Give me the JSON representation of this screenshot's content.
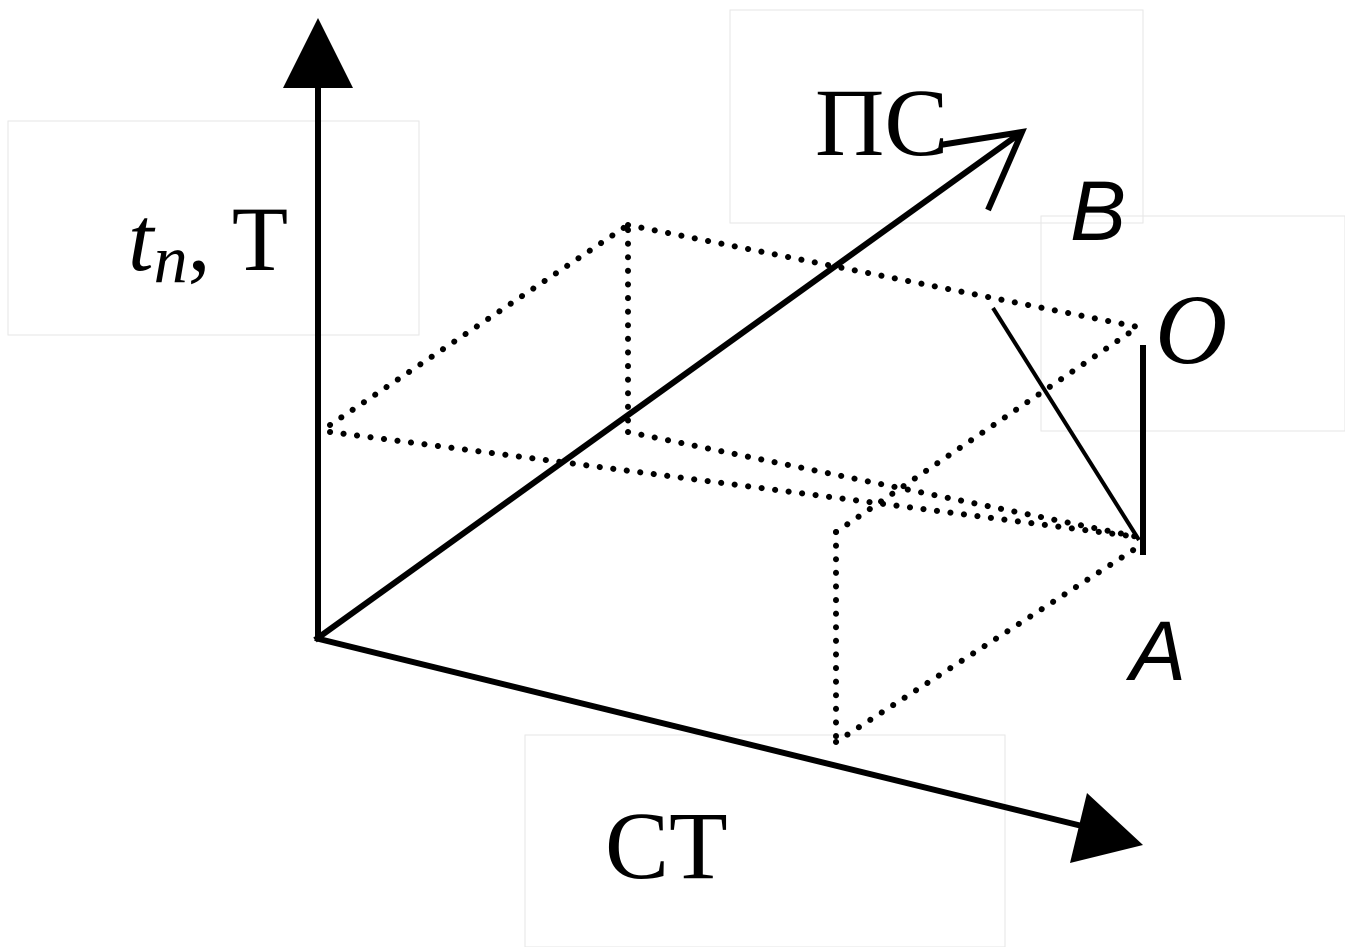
{
  "axes": {
    "vertical": {
      "main": "t",
      "subscript": "n",
      "suffix": ", T"
    },
    "diagonal": {
      "label": "ПС"
    },
    "horizontal": {
      "label": "СТ"
    }
  },
  "points": {
    "a": "A",
    "b": "B",
    "o": "O"
  }
}
